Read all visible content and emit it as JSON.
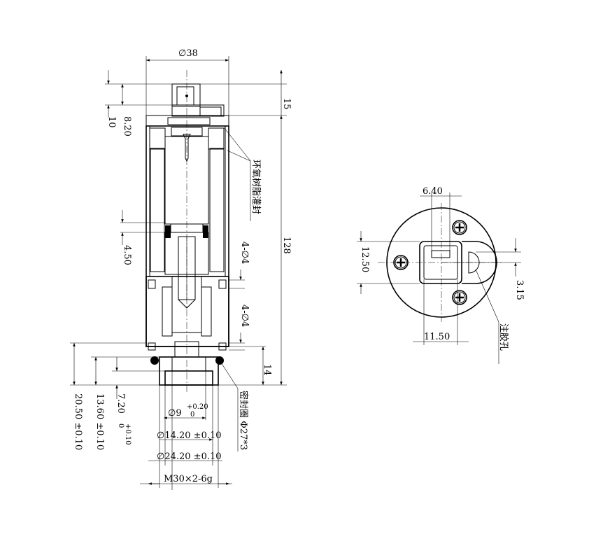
{
  "front_view": {
    "dims": {
      "outer_diameter": "∅38",
      "top_height": "15",
      "overall_length": "128",
      "connector_10": "10",
      "connector_8_20": "8.20",
      "gap_4_50": "4.50",
      "holes_upper": "4-∅4",
      "holes_lower": "4-∅4",
      "thread_length": "14",
      "len_20_50": "20.50 ±0.10",
      "len_13_60": "13.60 ±0.10",
      "len_7_20": "7.20",
      "len_7_20_tol_upper": "+0.10",
      "len_7_20_tol_lower": "0",
      "bore_9": "∅9",
      "bore_9_tol_upper": "+0.20",
      "bore_9_tol_lower": "0",
      "dia_14_20": "∅14.20  ±0.10",
      "dia_24_20": "∅24.20  ±0.10",
      "thread": "M30×2-6g"
    },
    "notes": {
      "epoxy": "环氧树脂灌封",
      "seal_ring": "密封圈 Φ27*3"
    }
  },
  "side_view": {
    "dims": {
      "width_6_40": "6.40",
      "height_12_50": "12.50",
      "offset_3_15": "3.15",
      "width_11_50": "11.50"
    },
    "notes": {
      "glue_hole": "注胶孔"
    }
  }
}
